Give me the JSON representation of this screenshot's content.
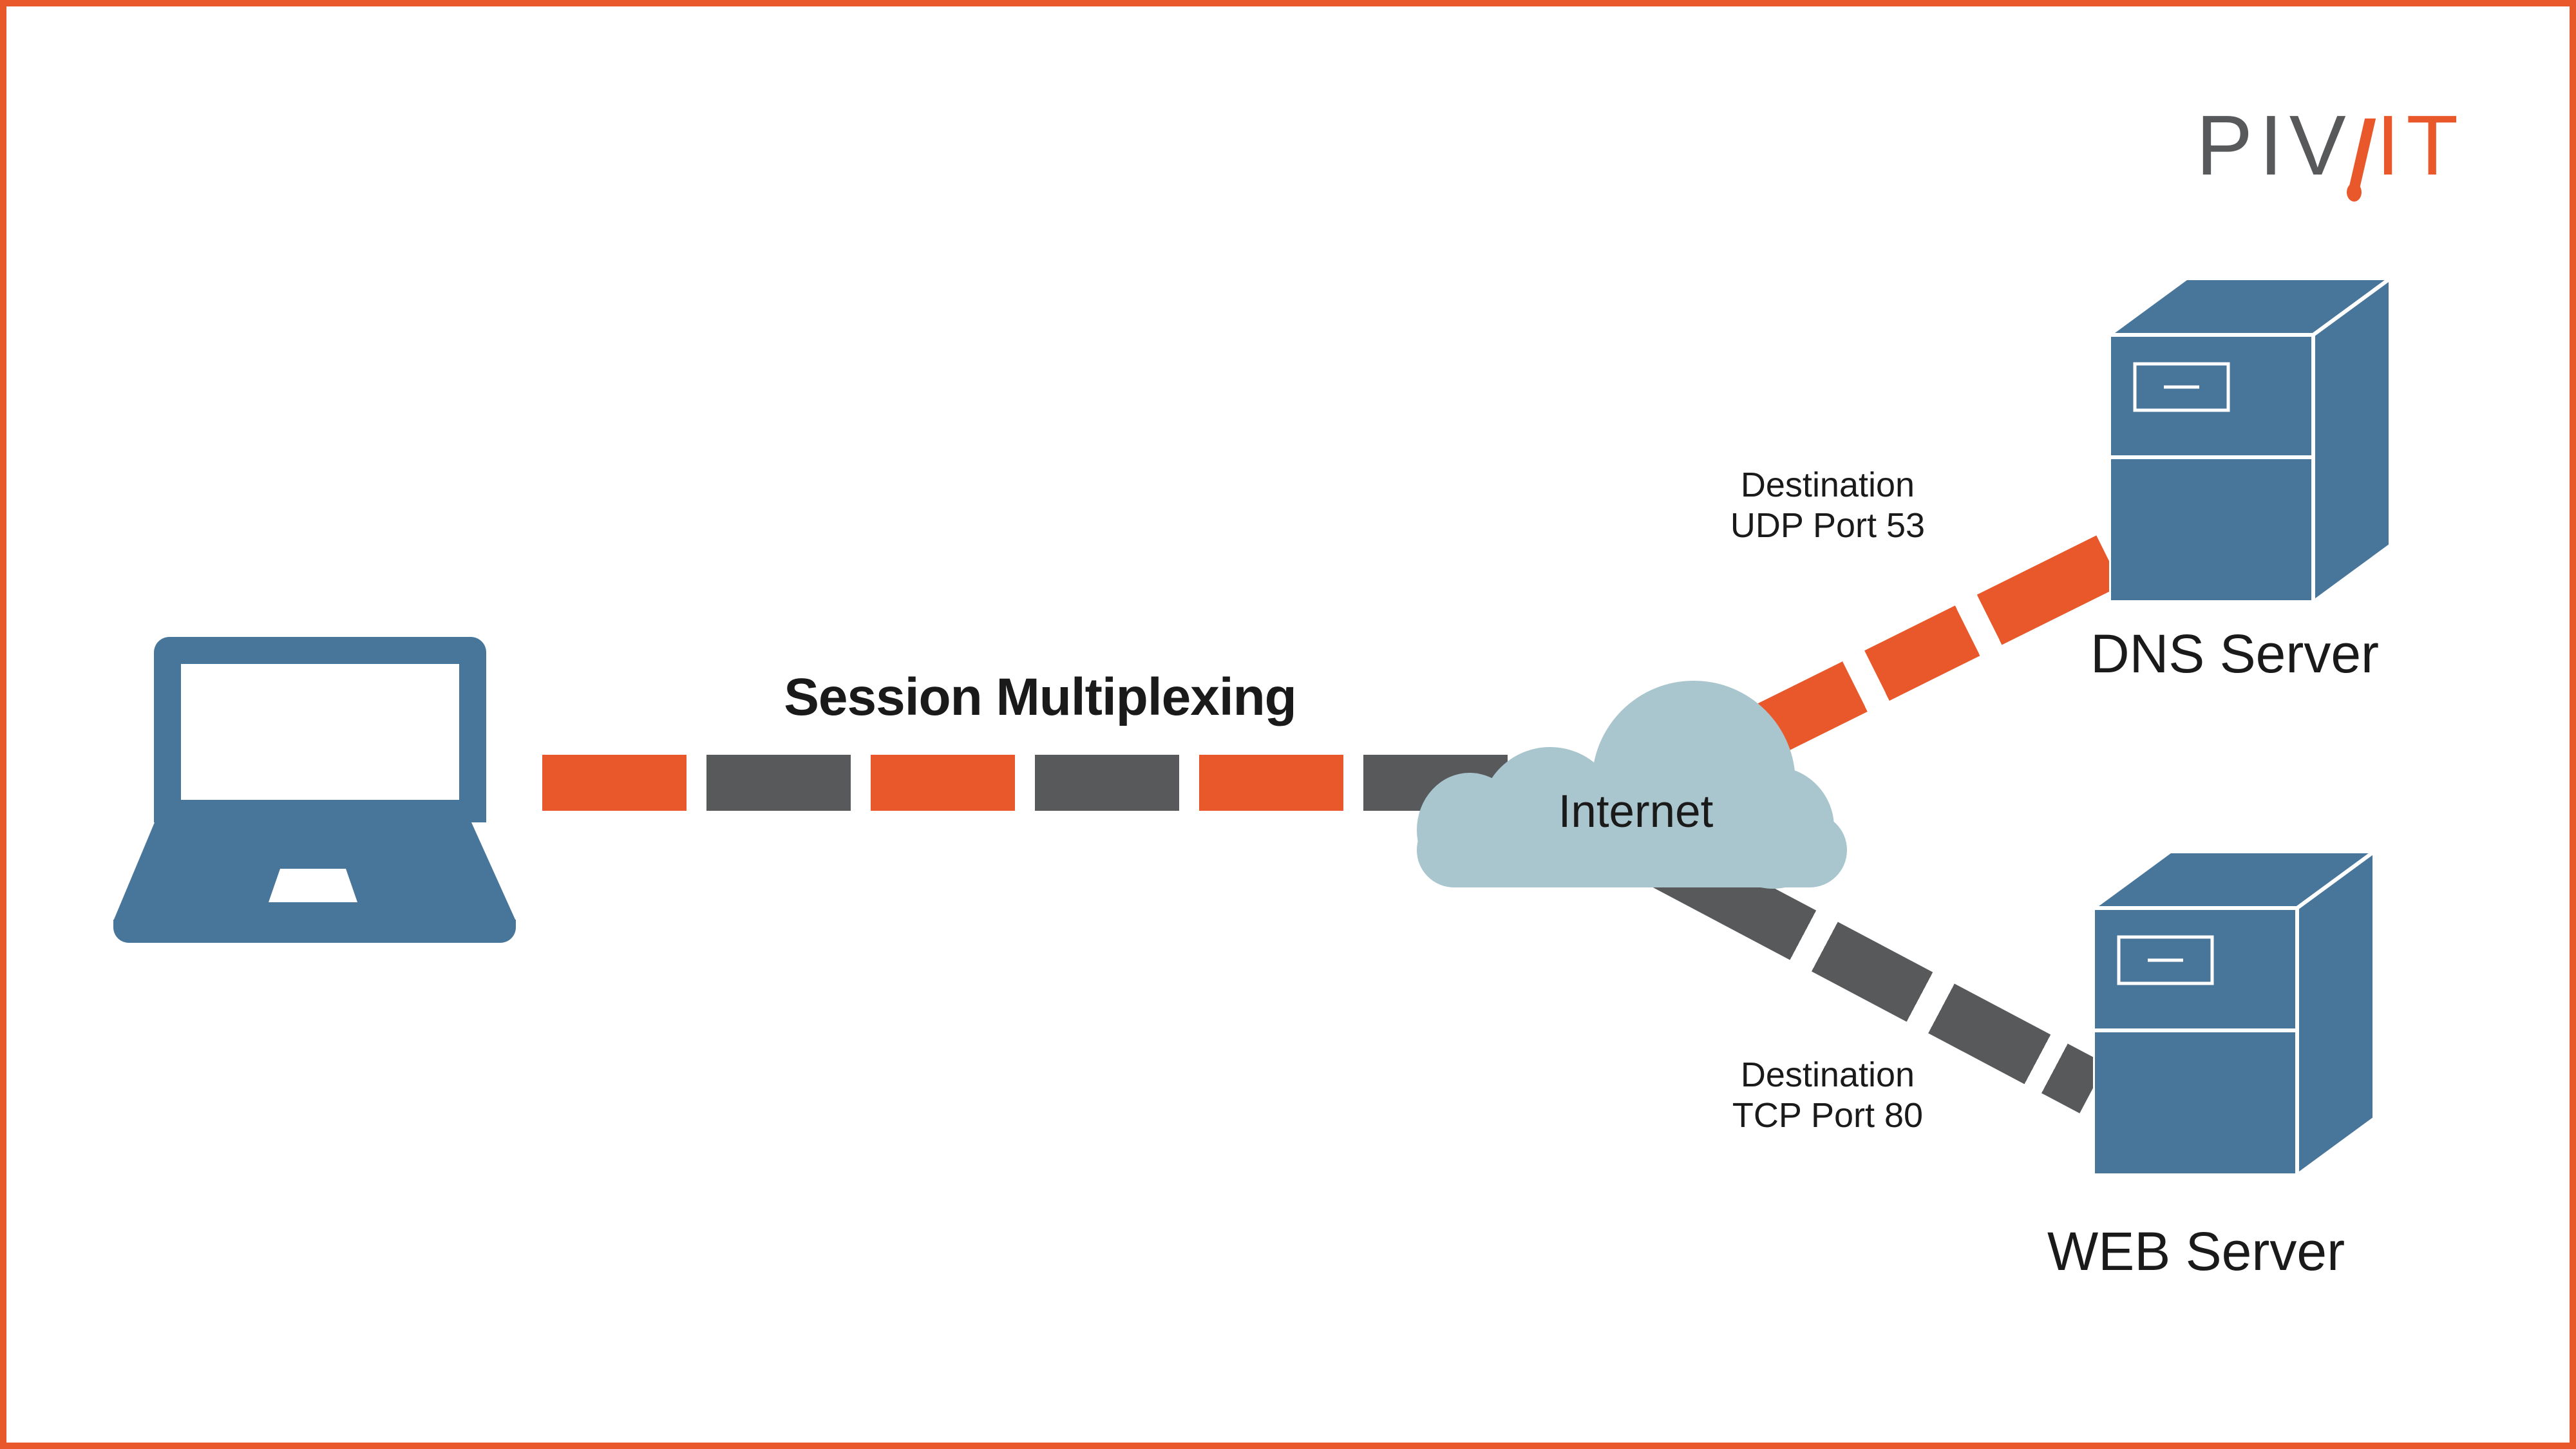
{
  "logo": {
    "gray_part": "PIV",
    "orange_part": "IT"
  },
  "labels": {
    "session": "Session Multiplexing",
    "internet": "Internet"
  },
  "servers": {
    "dns": {
      "name": "DNS Server",
      "dest_line1": "Destination",
      "dest_line2": "UDP Port 53"
    },
    "web": {
      "name": "WEB Server",
      "dest_line1": "Destination",
      "dest_line2": "TCP Port 80"
    }
  },
  "colors": {
    "orange": "#E8582A",
    "gray": "#58595B",
    "blue": "#48769A",
    "cloud": "#A9C5CD",
    "ink": "#1A1A1A",
    "bg": "#FFFFFF"
  }
}
